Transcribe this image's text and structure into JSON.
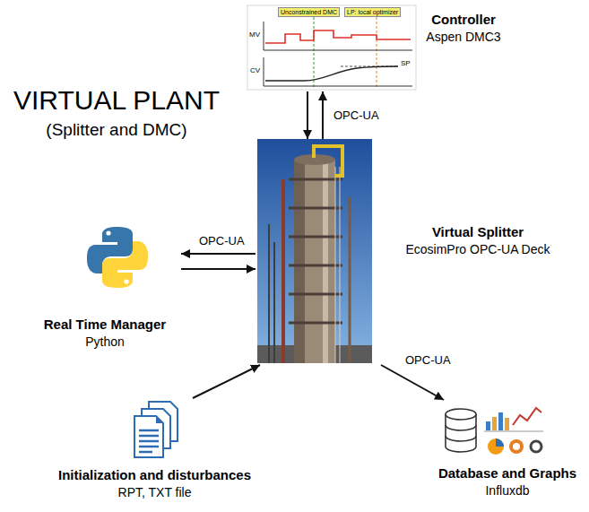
{
  "diagram": {
    "title": "VIRTUAL PLANT",
    "nodes": [
      {
        "text": [
          "Controller",
          "Aspen DMC3"
        ]
      },
      {
        "text": [
          "Virtual Splitter",
          "EcosimPro OPC-UA Deck"
        ]
      },
      {
        "text": [
          "Real Time Manager",
          "Python"
        ]
      },
      {
        "text": [
          "Initialization and disturbances",
          "RPT, TXT file"
        ]
      },
      {
        "text": [
          "Database and Graphs",
          "Influxdb"
        ]
      }
    ],
    "edges": [
      {
        "from": 1,
        "to": 0,
        "label": "OPC-UA",
        "arrow": "to"
      },
      {
        "from": 0,
        "to": 1,
        "arrow": "to"
      },
      {
        "from": 1,
        "to": 2,
        "label": "OPC-UA",
        "arrow": "to"
      },
      {
        "from": 2,
        "to": 1,
        "arrow": "to"
      },
      {
        "from": 3,
        "to": 1,
        "arrow": "to"
      },
      {
        "from": 1,
        "to": 4,
        "label": "OPC-UA",
        "arrow": "to"
      }
    ],
    "labels": [
      "(Splitter and DMC)",
      "Unconstrained DMC",
      "LP: local optimizer",
      "MV",
      "CV",
      "SP"
    ]
  }
}
